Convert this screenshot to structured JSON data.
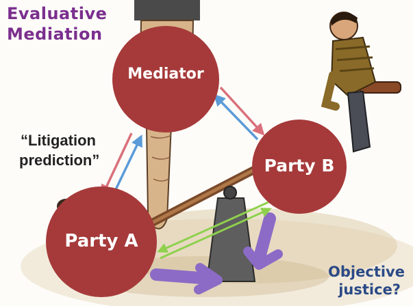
{
  "title": {
    "line1": "Evaluative",
    "line2": "Mediation"
  },
  "quote": {
    "line1": "“Litigation",
    "line2": "prediction”"
  },
  "nodes": {
    "mediator": "Mediator",
    "party_a": "Party A",
    "party_b": "Party B"
  },
  "objective_justice": {
    "line1": "Objective",
    "line2": "justice?"
  },
  "colors": {
    "node_fill": "#a63a3a",
    "red_arrow": "#d9707a",
    "blue_arrow": "#5b9bd8",
    "green_arrow": "#8fd04d",
    "purple_arrow": "#8b6bc6",
    "title_color": "#7b2f8e",
    "justice_color": "#2b4a86"
  },
  "icons": [
    "giant-finger-icon",
    "seesaw-icon",
    "seated-man-icon",
    "small-head-icon",
    "sand-ground-icon"
  ]
}
